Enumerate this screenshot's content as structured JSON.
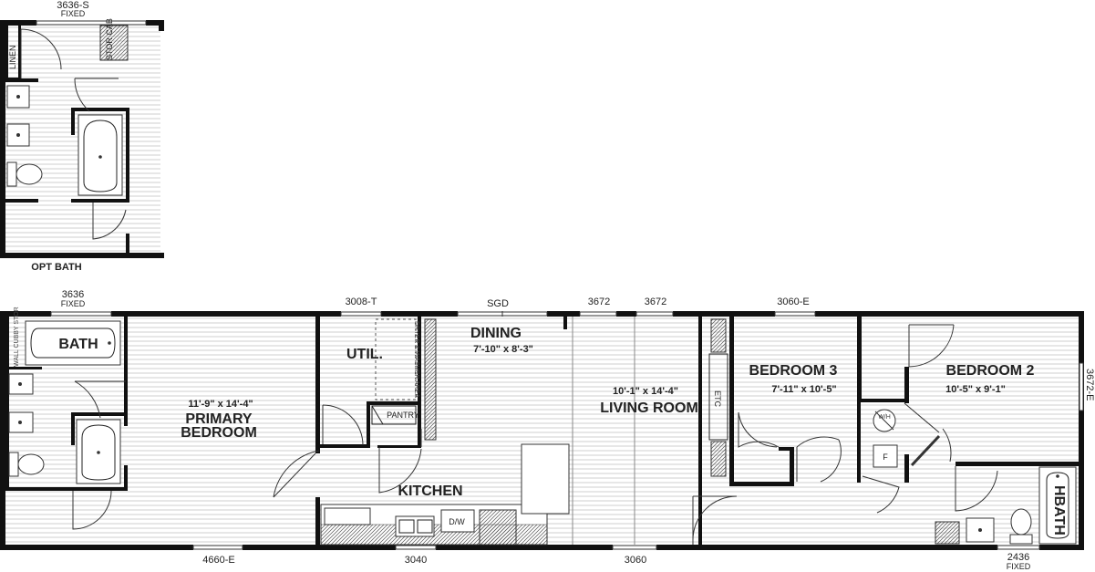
{
  "opt_bath": {
    "window": "3636-S",
    "window_type": "FIXED",
    "linen": "LINEN",
    "stor_cab": "STOR CAB",
    "caption": "OPT BATH"
  },
  "windows_top": {
    "primary": "3636",
    "primary_type": "FIXED",
    "util": "3008-T",
    "sgd": "SGD",
    "living_a": "3672",
    "living_b": "3672",
    "bedroom3": "3060-E"
  },
  "windows_bottom": {
    "primary": "4660-E",
    "kitchen": "3040",
    "living": "3060",
    "hbath": "2436",
    "hbath_type": "FIXED"
  },
  "window_right": "3672-E",
  "rooms": {
    "primary": {
      "name_1": "PRIMARY",
      "name_2": "BEDROOM",
      "dims": "11'-9\" x 14'-4\""
    },
    "bath": "BATH",
    "wall_cubby": "WALL CUBBY STOR",
    "util": "UTIL.",
    "dryer_washer": "DRYER & WASHER AREA",
    "pantry": "PANTRY",
    "dining": {
      "name": "DINING",
      "dims": "7'-10\" x 8'-3\""
    },
    "living": {
      "name": "LIVING ROOM",
      "dims": "10'-1\" x 14'-4\""
    },
    "etc": "ETC",
    "kitchen": "KITCHEN",
    "dw": "D/W",
    "bedroom3": {
      "name": "BEDROOM 3",
      "dims": "7'-11\" x 10'-5\""
    },
    "bedroom2": {
      "name": "BEDROOM 2",
      "dims": "10'-5\" x 9'-1\""
    },
    "wh": "W/H",
    "furnace": "F",
    "hbath": "HBATH"
  }
}
